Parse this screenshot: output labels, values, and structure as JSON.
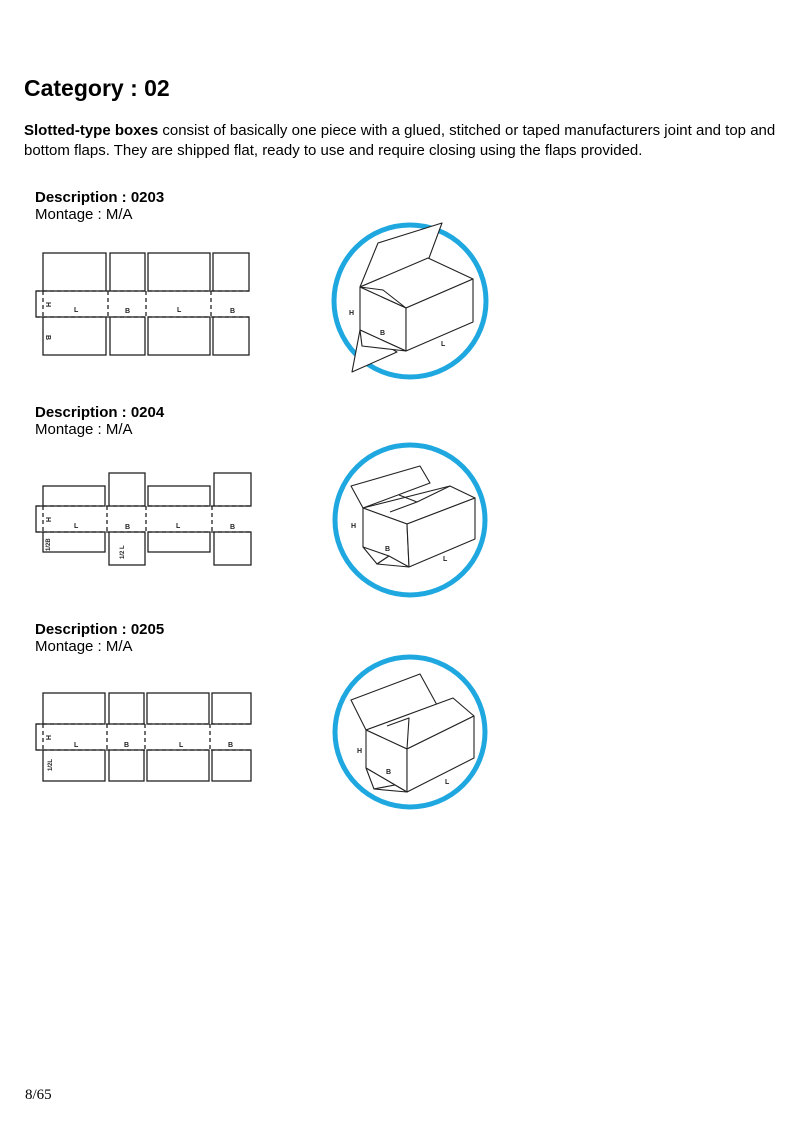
{
  "page": {
    "title": "Category : 02",
    "intro_bold": "Slotted-type boxes",
    "intro_rest": " consist of basically one piece with a glued, stitched or taped manufacturers joint and top and bottom flaps. They are shipped flat, ready to use and require closing using the flaps provided.",
    "page_number": "8/65"
  },
  "colors": {
    "circle_accent": "#1fa8e0",
    "line": "#222222"
  },
  "descriptions": [
    {
      "title": "Description : 0203",
      "montage": "Montage : M/A",
      "flat_labels": [
        "H",
        "L",
        "B",
        "L",
        "B",
        "B"
      ],
      "iso_labels": [
        "H",
        "B",
        "L"
      ]
    },
    {
      "title": "Description : 0204",
      "montage": "Montage : M/A",
      "flat_labels": [
        "H",
        "L",
        "B",
        "L",
        "B",
        "1/2B",
        "1/2 L"
      ],
      "iso_labels": [
        "H",
        "B",
        "L"
      ]
    },
    {
      "title": "Description : 0205",
      "montage": "Montage : M/A",
      "flat_labels": [
        "H",
        "L",
        "B",
        "L",
        "B",
        "1/2L"
      ],
      "iso_labels": [
        "H",
        "B",
        "L"
      ]
    }
  ]
}
